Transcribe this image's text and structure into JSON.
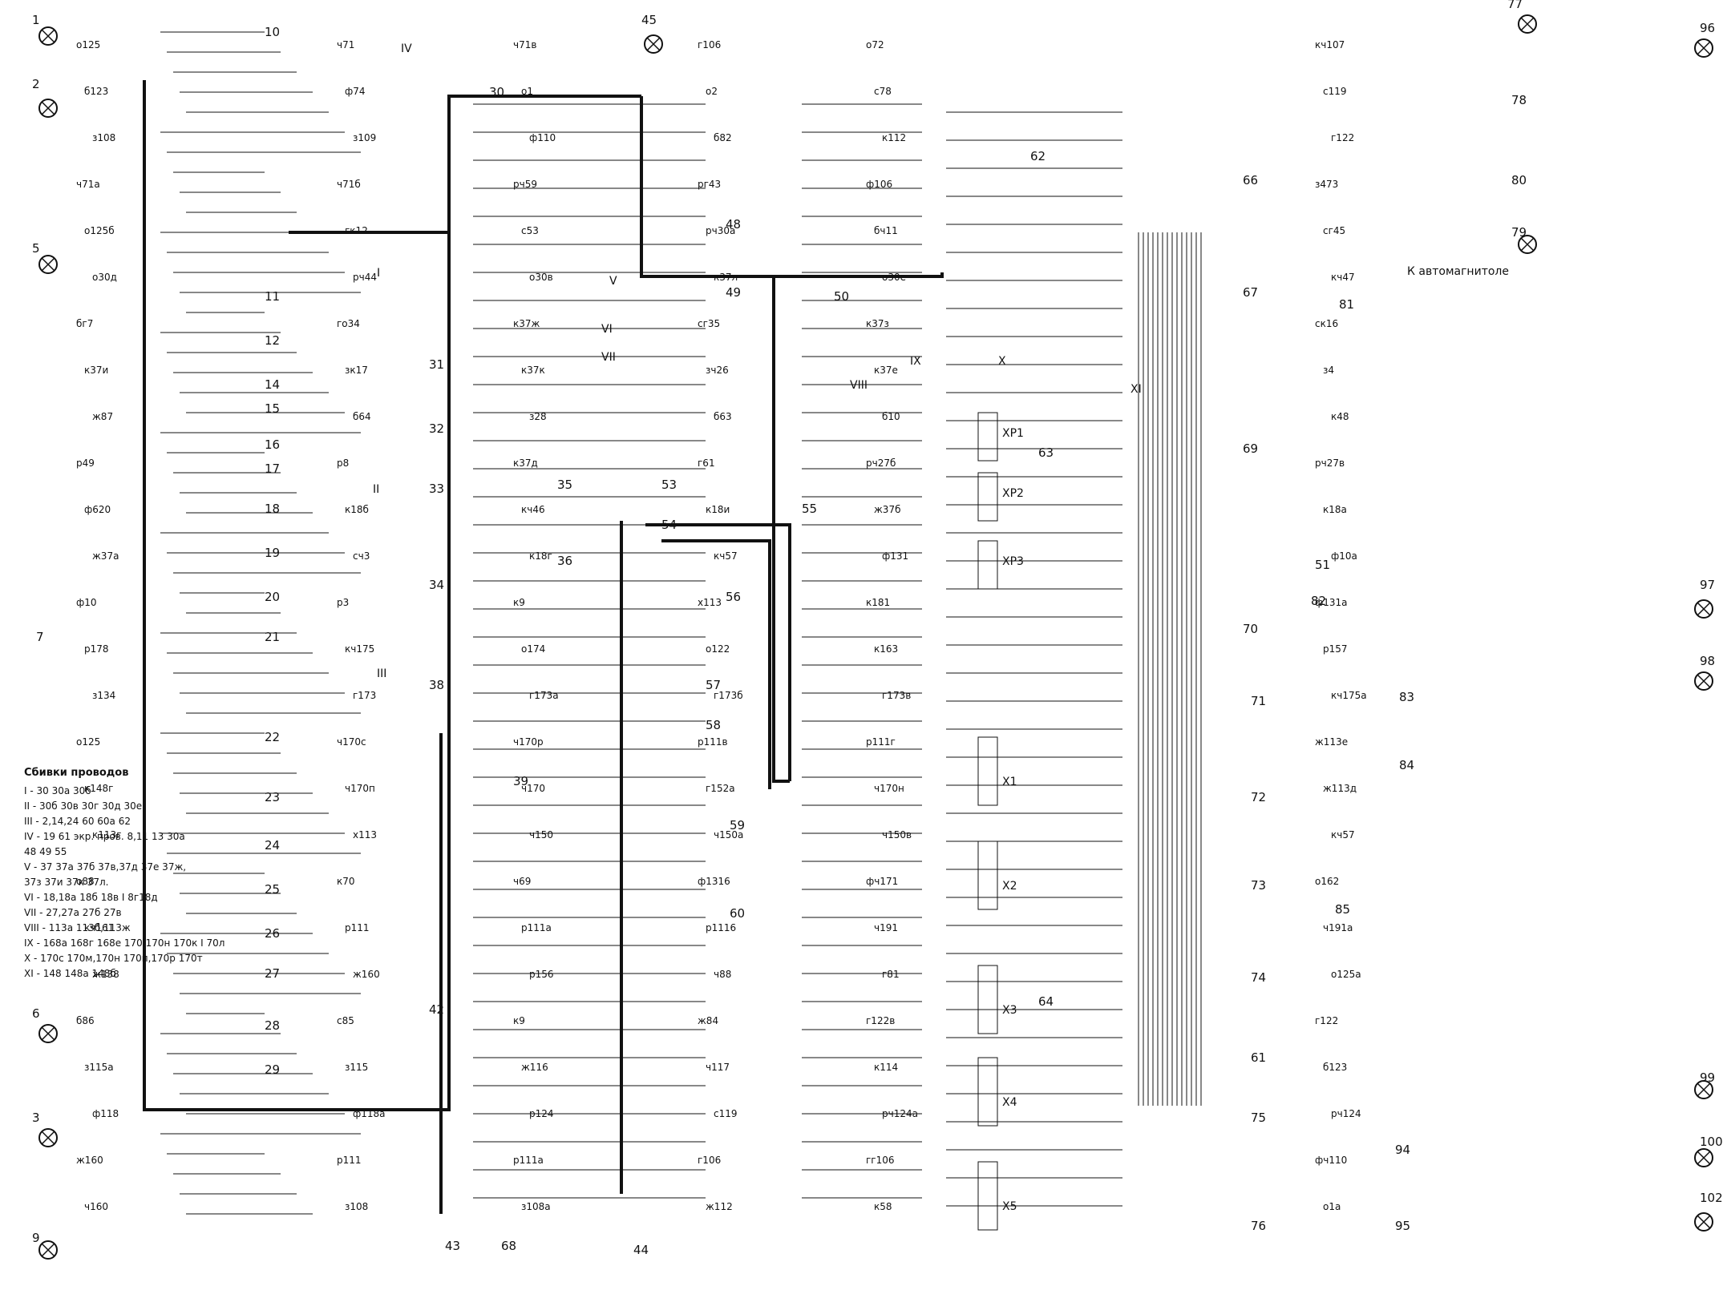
{
  "diagram": {
    "legend": {
      "title": "Сбивки проводов",
      "rows": [
        "I - 30 30а 30б",
        "II - 30б 30в 30г 30д 30е.",
        "III - 2,14,24 60 60а 62",
        "IV - 19 61 экр. пров. 8,11 13 30а",
        "48 49 55",
        "V - 37 37а 37б 37в,37д 37е 37ж,",
        "37з 37и 37к 37л.",
        "VI - 18,18а 18б 18в I 8г18д",
        "VII - 27,27а 27б 27в",
        "VIII - 113а 113б,113ж",
        "IX - 168а 168г 168е 170,170н 170к I 70л",
        "X - 170с 170м,170н 170п,170р 170т",
        "XI - 148 148а 148б"
      ]
    },
    "bundles": [
      "I",
      "II",
      "III",
      "IV",
      "V",
      "VI",
      "VII",
      "VIII",
      "IX",
      "X",
      "XI"
    ],
    "connectors": {
      "x": [
        "X1",
        "X2",
        "X3",
        "X4",
        "X5"
      ],
      "xp": [
        "XP1",
        "XP2",
        "XP3"
      ]
    },
    "components": [
      "1",
      "2",
      "3",
      "5",
      "6",
      "7",
      "9",
      "10",
      "11",
      "12",
      "14",
      "15",
      "16",
      "17",
      "18",
      "19",
      "20",
      "21",
      "22",
      "23",
      "24",
      "25",
      "26",
      "27",
      "28",
      "29",
      "30",
      "31",
      "32",
      "33",
      "34",
      "35",
      "36",
      "38",
      "39",
      "42",
      "43",
      "44",
      "45",
      "48",
      "49",
      "50",
      "51",
      "53",
      "54",
      "55",
      "56",
      "57",
      "58",
      "59",
      "60",
      "61",
      "62",
      "63",
      "64",
      "66",
      "67",
      "68",
      "69",
      "70",
      "71",
      "72",
      "73",
      "74",
      "75",
      "76",
      "77",
      "78",
      "79",
      "80",
      "81",
      "82",
      "83",
      "84",
      "85",
      "94",
      "95",
      "96",
      "97",
      "98",
      "99",
      "100",
      "102"
    ],
    "wire_labels": [
      "о125",
      "ч71",
      "ч71в",
      "г106",
      "о72",
      "кч107",
      "б123",
      "ф74",
      "о1",
      "о2",
      "с78",
      "с119",
      "з108",
      "з109",
      "ф110",
      "б82",
      "к112",
      "г122",
      "ч71а",
      "ч71б",
      "рч59",
      "рг43",
      "ф106",
      "з473",
      "о125б",
      "гк12",
      "с53",
      "рч30а",
      "бч11",
      "сг45",
      "о30д",
      "рч44",
      "о30в",
      "к37л",
      "о30е",
      "кч47",
      "бг7",
      "го34",
      "к37ж",
      "сг35",
      "к37з",
      "ск16",
      "к37и",
      "зк17",
      "к37к",
      "зч26",
      "к37е",
      "з4",
      "ж87",
      "б64",
      "з28",
      "б63",
      "б10",
      "к48",
      "р49",
      "р8",
      "к37д",
      "г61",
      "рч27б",
      "рч27в",
      "ф620",
      "к18б",
      "кч46",
      "к18и",
      "ж37б",
      "к18а",
      "ж37а",
      "сч3",
      "к18г",
      "кч57",
      "ф131",
      "ф10а",
      "ф10",
      "р3",
      "к9",
      "х113",
      "к181",
      "ф131а",
      "р178",
      "кч175",
      "о174",
      "о122",
      "к163",
      "р157",
      "з134",
      "г173",
      "г173а",
      "г173б",
      "г173в",
      "кч175а",
      "о125",
      "ч170с",
      "ч170р",
      "р111в",
      "р111г",
      "ж113е",
      "к148г",
      "ч170п",
      "ч170",
      "г152а",
      "ч170н",
      "ж113д",
      "к113г",
      "х113",
      "ч150",
      "ч150а",
      "ч150в",
      "кч57",
      "о88",
      "к70",
      "ч69",
      "ф1316",
      "фч171",
      "о162",
      "кч161",
      "р111",
      "р111а",
      "р1116",
      "ч191",
      "ч191а",
      "ж138",
      "ж160",
      "р156",
      "ч88",
      "г81",
      "о125а",
      "б86",
      "с85",
      "к9",
      "ж84",
      "г122в",
      "г122",
      "з115а",
      "з115",
      "ж116",
      "ч117",
      "к114",
      "б123",
      "ф118",
      "ф118а",
      "р124",
      "с119",
      "рч124а",
      "рч124",
      "ж160",
      "р111",
      "р111а",
      "г106",
      "гг106",
      "фч110",
      "ч160",
      "з108",
      "з108а",
      "ж112",
      "к58",
      "о1а"
    ],
    "header_note": "К автомагнитоле"
  }
}
